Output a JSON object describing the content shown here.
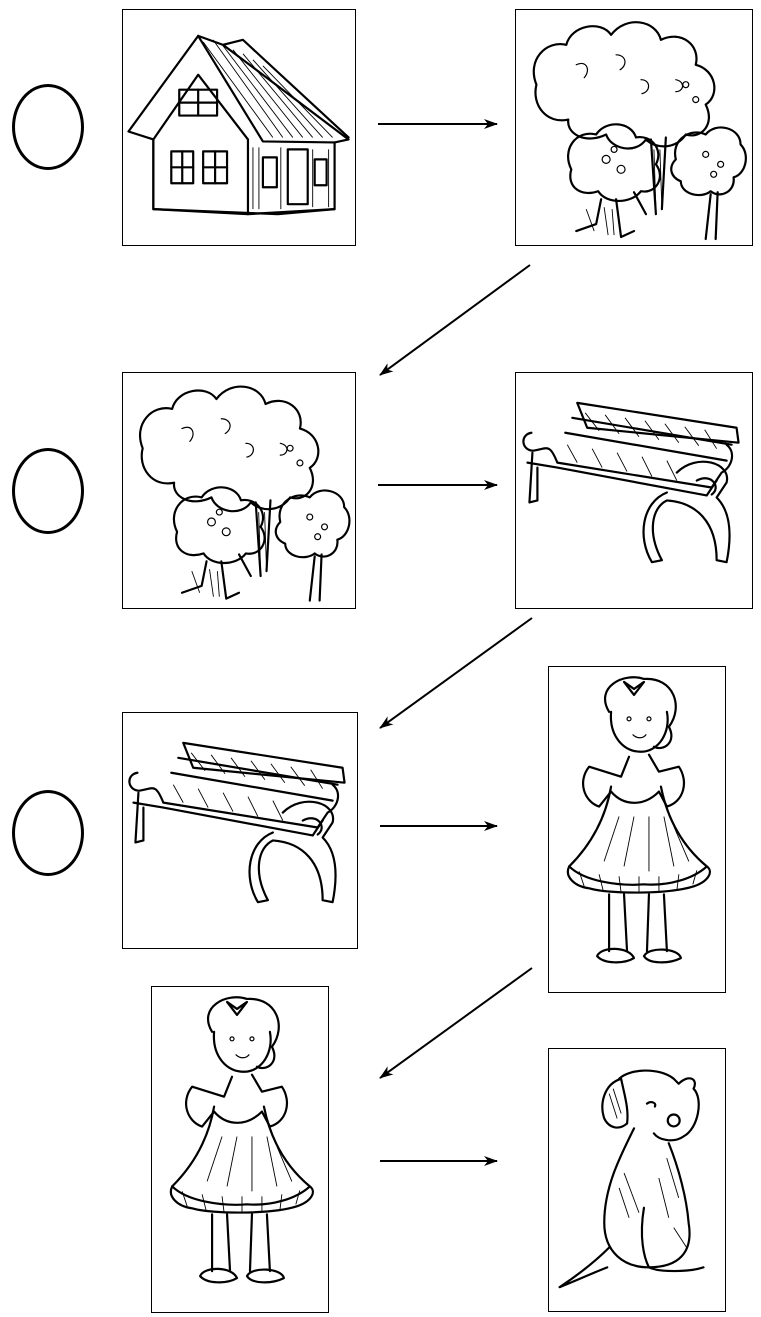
{
  "rows": [
    {
      "answer_circle": true,
      "left": "house",
      "right": "trees"
    },
    {
      "answer_circle": true,
      "left": "trees",
      "right": "bench"
    },
    {
      "answer_circle": true,
      "left": "bench",
      "right": "girl"
    },
    {
      "answer_circle": false,
      "left": "girl",
      "right": "dog"
    }
  ],
  "colors": {
    "ink": "#000000",
    "paper": "#ffffff"
  }
}
